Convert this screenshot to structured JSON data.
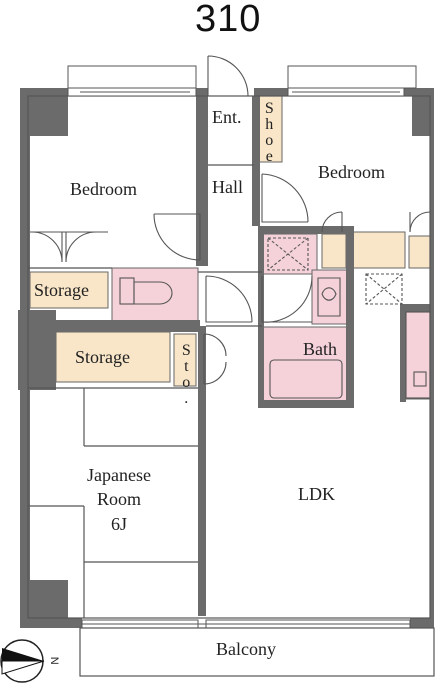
{
  "unit_number": "310",
  "rooms": {
    "ent": "Ent.",
    "shoe": "Shoe",
    "hall": "Hall",
    "bedroom_left": "Bedroom",
    "bedroom_right": "Bedroom",
    "storage_upper": "Storage",
    "storage_lower": "Storage",
    "sto": "Sto.",
    "bath": "Bath",
    "japanese_line1": "Japanese",
    "japanese_line2": "Room",
    "japanese_line3": "6J",
    "ldk": "LDK",
    "balcony": "Balcony"
  },
  "compass": {
    "label": "N",
    "icon": "north-arrow-icon"
  },
  "colors": {
    "wall": "#6b6b6b",
    "wet_area": "#f5d2d9",
    "storage": "#f9e6c8",
    "line": "#555555"
  }
}
